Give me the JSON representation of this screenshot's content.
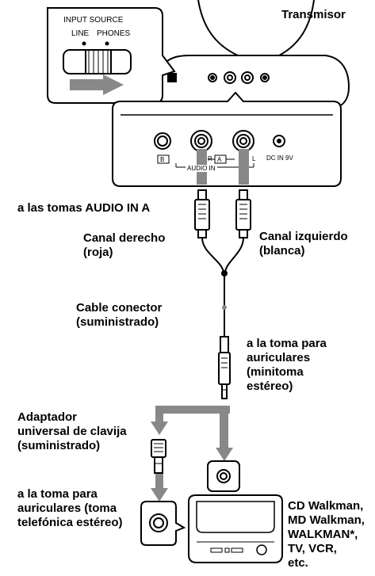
{
  "labels": {
    "transmitter": "Transmisor",
    "input_source": "INPUT SOURCE",
    "line": "LINE",
    "phones": "PHONES",
    "jack_b": "B",
    "jack_a": "A",
    "jack_r": "R",
    "jack_l": "L",
    "audio_in": "AUDIO IN",
    "dc_in": "DC IN 9V",
    "to_audio_in": "a las tomas AUDIO IN A",
    "right_channel": [
      "Canal derecho",
      "(roja)"
    ],
    "left_channel": [
      "Canal izquierdo",
      "(blanca)"
    ],
    "cable": [
      "Cable conector",
      "(suministrado)"
    ],
    "to_headphone_mini": [
      "a la toma para",
      "auriculares",
      "(minitoma",
      "estéreo)"
    ],
    "adapter": [
      "Adaptador",
      "universal de clavija",
      "(suministrado)"
    ],
    "to_headphone_phone": [
      "a la toma para",
      "auriculares (toma",
      "telefónica estéreo)"
    ],
    "devices": [
      "CD Walkman,",
      "MD Walkman,",
      "WALKMAN*,",
      "TV, VCR,",
      "etc."
    ]
  },
  "colors": {
    "line": "#000000",
    "arrow": "#888888",
    "background": "#ffffff"
  }
}
